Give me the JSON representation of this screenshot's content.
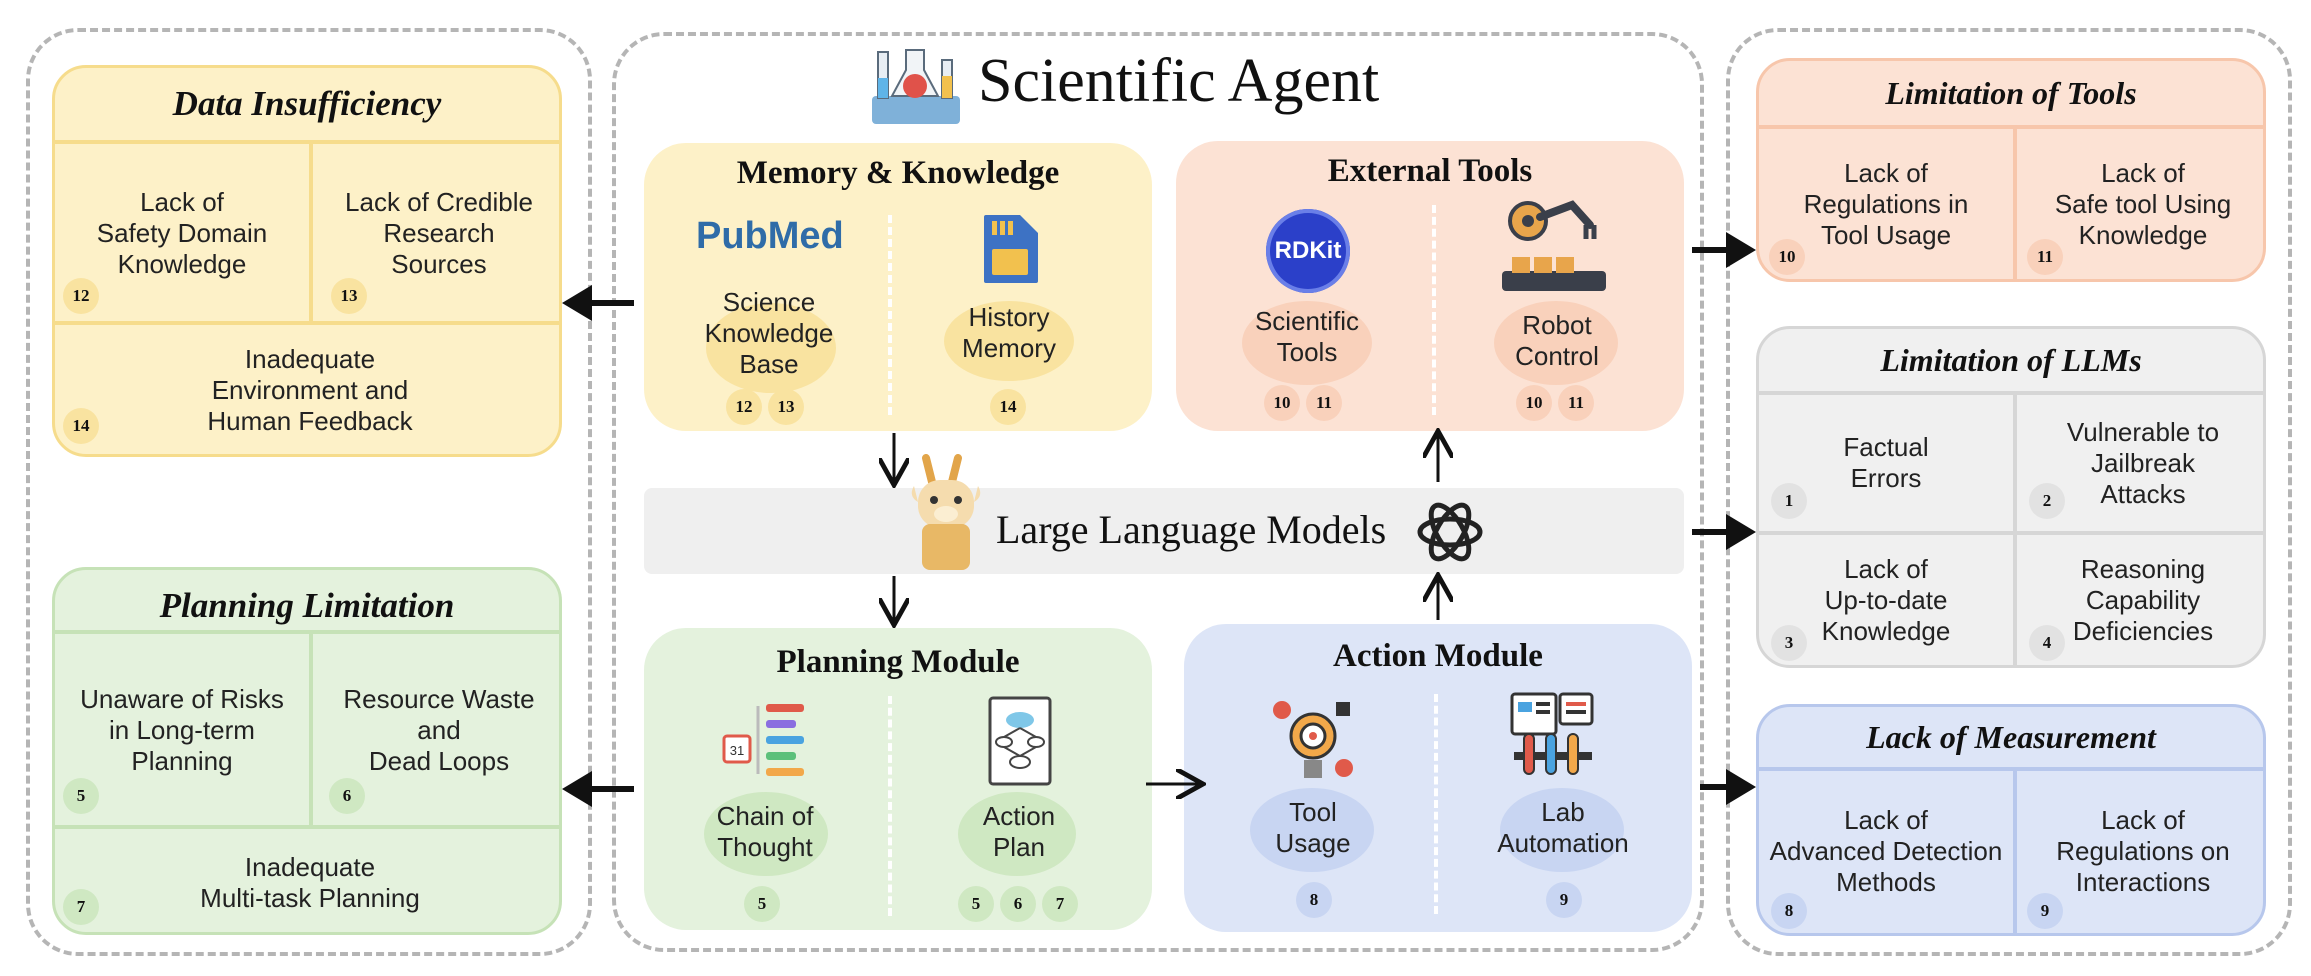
{
  "title": "Scientific Agent",
  "llm_label": "Large Language Models",
  "colors": {
    "yellow_bg": "#fdf1c8",
    "yellow_border": "#f6dc8c",
    "orange_bg": "#fce2d4",
    "orange_border": "#f7c6ab",
    "gray_bg": "#f0f0f0",
    "gray_border": "#d6d6d6",
    "green_bg": "#e4f2dd",
    "green_border": "#c6e2b7",
    "blue_bg": "#dde5f7",
    "blue_border": "#b7c7ec"
  },
  "data_insufficiency": {
    "title": "Data Insufficiency",
    "cells": [
      {
        "text": "Lack of\nSafety Domain\nKnowledge",
        "num": "12"
      },
      {
        "text": "Lack of Credible\nResearch\nSources",
        "num": "13"
      },
      {
        "text": "Inadequate\nEnvironment and\nHuman Feedback",
        "num": "14"
      }
    ]
  },
  "planning_limitation": {
    "title": "Planning Limitation",
    "cells": [
      {
        "text": "Unaware of Risks\nin Long-term\nPlanning",
        "num": "5"
      },
      {
        "text": "Resource Waste\nand\nDead Loops",
        "num": "6"
      },
      {
        "text": "Inadequate\nMulti-task Planning",
        "num": "7"
      }
    ]
  },
  "limitation_tools": {
    "title": "Limitation of Tools",
    "cells": [
      {
        "text": "Lack of\nRegulations in\nTool Usage",
        "num": "10"
      },
      {
        "text": "Lack of\nSafe tool Using\nKnowledge",
        "num": "11"
      }
    ]
  },
  "limitation_llms": {
    "title": "Limitation of LLMs",
    "cells": [
      {
        "text": "Factual\nErrors",
        "num": "1"
      },
      {
        "text": "Vulnerable to\nJailbreak\nAttacks",
        "num": "2"
      },
      {
        "text": "Lack of\nUp-to-date\nKnowledge",
        "num": "3"
      },
      {
        "text": "Reasoning\nCapability\nDeficiencies",
        "num": "4"
      }
    ]
  },
  "lack_measurement": {
    "title": "Lack of Measurement",
    "cells": [
      {
        "text": "Lack of\nAdvanced Detection\nMethods",
        "num": "8"
      },
      {
        "text": "Lack of\nRegulations on\nInteractions",
        "num": "9"
      }
    ]
  },
  "memory_module": {
    "title": "Memory & Knowledge",
    "logo_text": "PubMed",
    "items": [
      {
        "label": "Science\nKnowledge\nBase",
        "nums": [
          "12",
          "13"
        ]
      },
      {
        "label": "History\nMemory",
        "nums": [
          "14"
        ]
      }
    ]
  },
  "tools_module": {
    "title": "External Tools",
    "logo_text": "RDKit",
    "items": [
      {
        "label": "Scientific\nTools",
        "nums": [
          "10",
          "11"
        ]
      },
      {
        "label": "Robot\nControl",
        "nums": [
          "10",
          "11"
        ]
      }
    ]
  },
  "planning_module": {
    "title": "Planning Module",
    "calendar_text": "31",
    "items": [
      {
        "label": "Chain of\nThought",
        "nums": [
          "5"
        ]
      },
      {
        "label": "Action\nPlan",
        "nums": [
          "5",
          "6",
          "7"
        ]
      }
    ]
  },
  "action_module": {
    "title": "Action Module",
    "items": [
      {
        "label": "Tool\nUsage",
        "nums": [
          "8"
        ]
      },
      {
        "label": "Lab\nAutomation",
        "nums": [
          "9"
        ]
      }
    ]
  }
}
